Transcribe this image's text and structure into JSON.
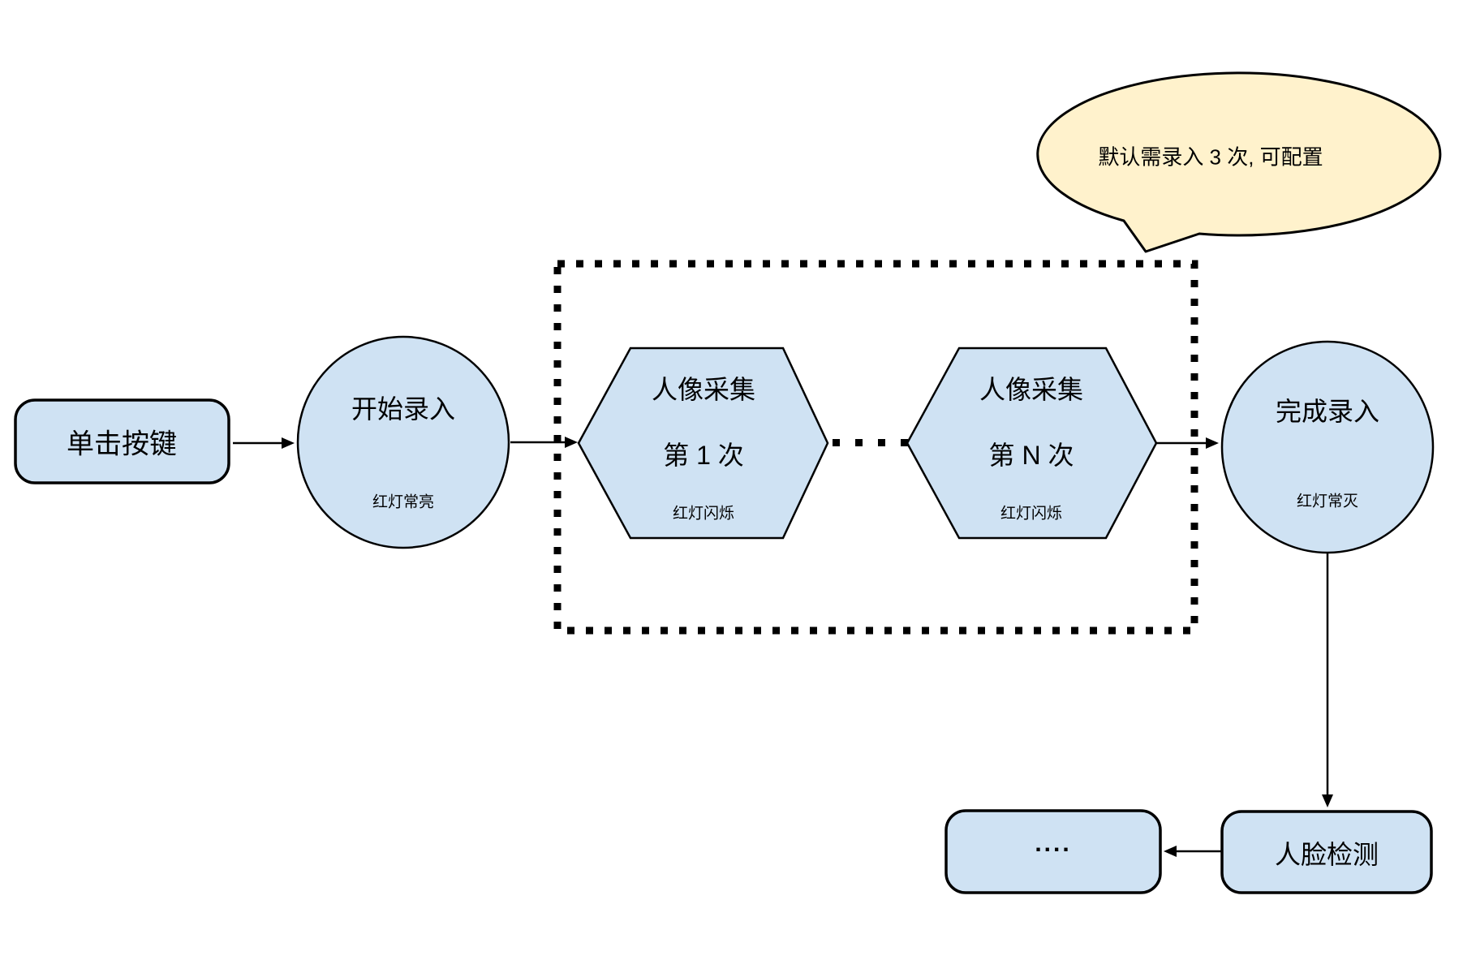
{
  "colors": {
    "node_fill": "#cfe2f3",
    "node_stroke": "#000000",
    "note_fill": "#fff2cc",
    "canvas_bg": "#ffffff"
  },
  "nodes": {
    "click_button": {
      "label": "单击按键"
    },
    "start_entry": {
      "label": "开始录入",
      "status": "红灯常亮"
    },
    "capture_first": {
      "title": "人像采集",
      "subtitle": "第 1 次",
      "status": "红灯闪烁"
    },
    "capture_nth": {
      "title": "人像采集",
      "subtitle": "第 N 次",
      "status": "红灯闪烁"
    },
    "finish_entry": {
      "label": "完成录入",
      "status": "红灯常灭"
    },
    "face_detection": {
      "label": "人脸检测"
    },
    "continuation": {
      "label": "...."
    }
  },
  "note": {
    "text": "默认需录入 3 次, 可配置"
  }
}
